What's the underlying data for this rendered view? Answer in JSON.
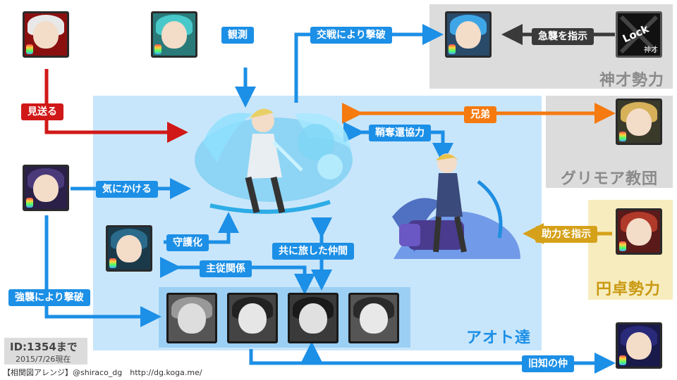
{
  "regions": {
    "aoto": "アオト達",
    "shinsai": "神才勢力",
    "grimoire": "グリモア教団",
    "entaku": "円卓勢力"
  },
  "relations": {
    "miokuru": "見送る",
    "kansoku": "観測",
    "kousen": "交戦により撃破",
    "kyushu": "急襲を指示",
    "kyoudai": "兄弟",
    "shoudatsu": "鞘奪還協力",
    "kinikakeru": "気にかける",
    "shugoka": "守護化",
    "tomoni": "共に旅した仲間",
    "shujuu": "主従関係",
    "kyoushuu": "強襲により撃破",
    "joryoku": "助力を指示",
    "kyuuchi": "旧知の仲"
  },
  "lock_card": {
    "text": "Lock",
    "sub": "神才"
  },
  "info": {
    "id_line": "ID:1354まで",
    "date_line": "2015/7/26現在",
    "credit": "【相関図アレンジ】@shiraco_dg　http://dg.koga.me/"
  },
  "colors": {
    "blue": "#1c8fe6",
    "red": "#d11818",
    "orange": "#f57a10",
    "dark": "#3a3a3a",
    "gold": "#d6a11a",
    "aoto_bg": "#c8e6fb",
    "gray_bg": "#dcdcdc",
    "gold_bg": "#f7ecbe"
  }
}
